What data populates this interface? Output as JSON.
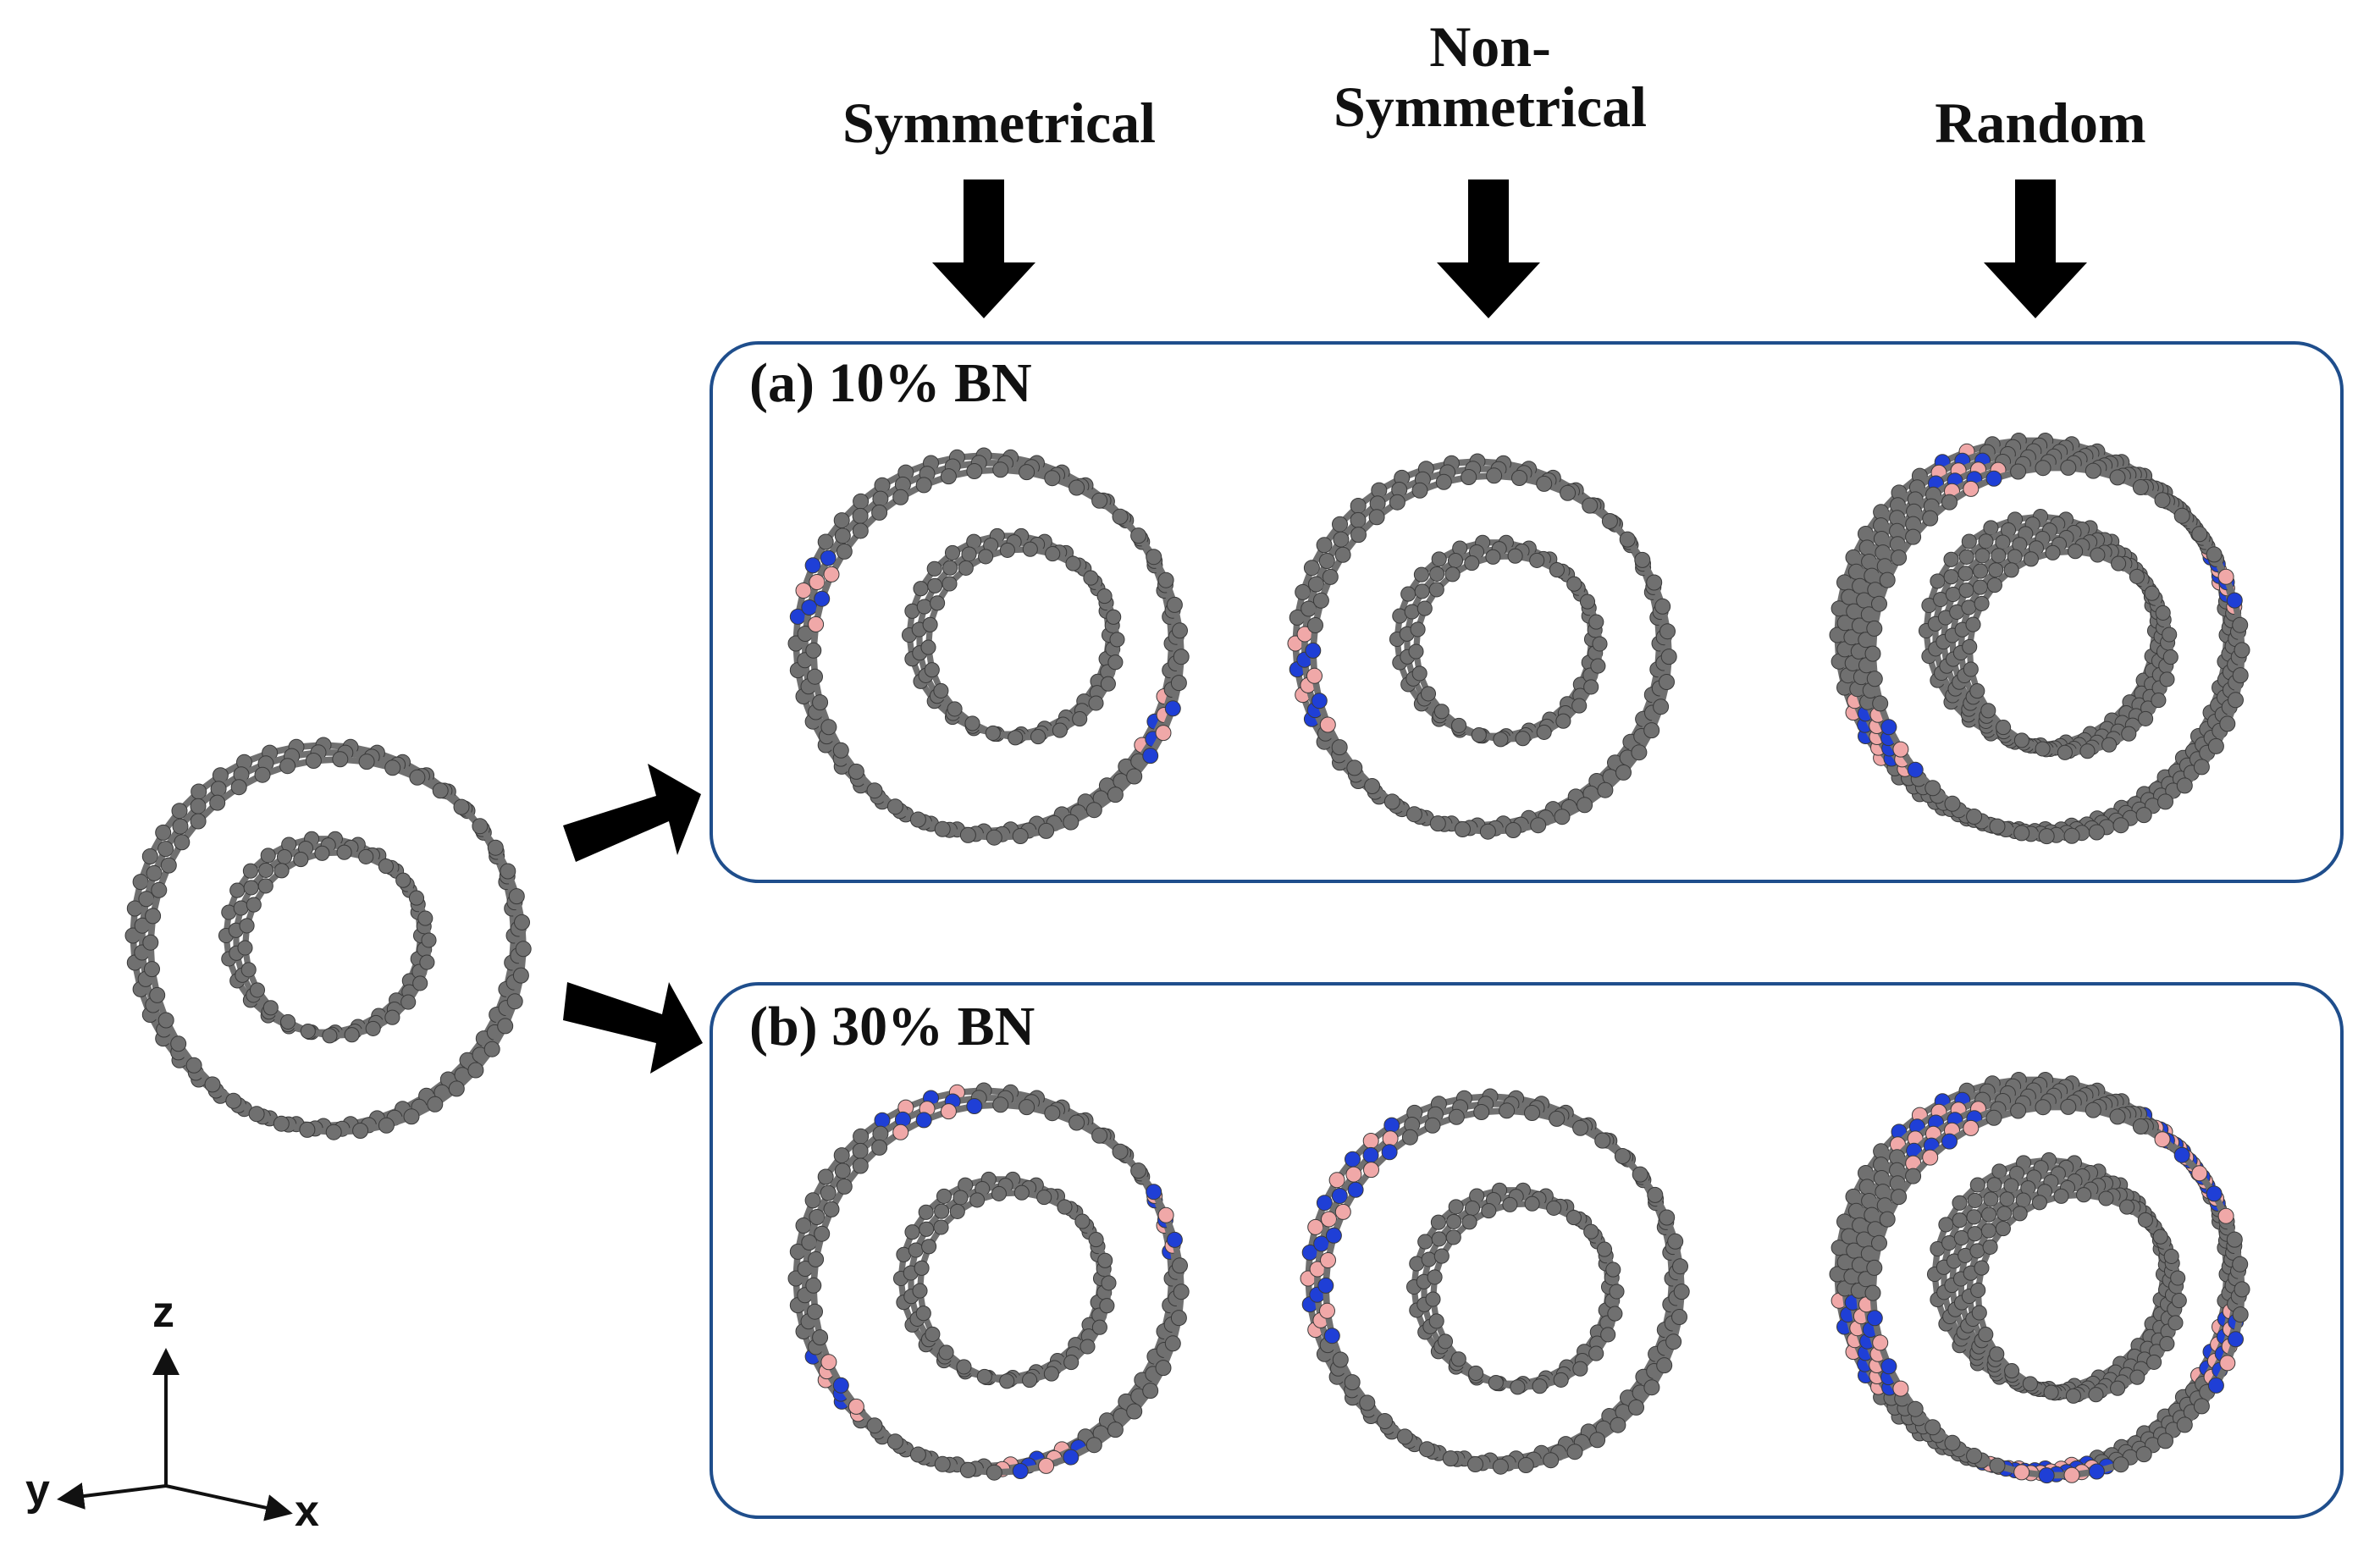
{
  "columns": [
    {
      "key": "symmetrical",
      "label": "Symmetrical"
    },
    {
      "key": "nonsymmetrical",
      "label": "Non-\nSymmetrical"
    },
    {
      "key": "random",
      "label": "Random"
    }
  ],
  "panels": [
    {
      "key": "a",
      "label": "(a) 10% BN"
    },
    {
      "key": "b",
      "label": "(b) 30% BN"
    }
  ],
  "axes": {
    "z": "z",
    "y": "y",
    "x": "x"
  },
  "colors": {
    "carbon": "#707070",
    "boron": "#f0a8a8",
    "nitrogen": "#1f3fd6",
    "panel_border": "#1f4e8c",
    "arrow": "#000000"
  }
}
